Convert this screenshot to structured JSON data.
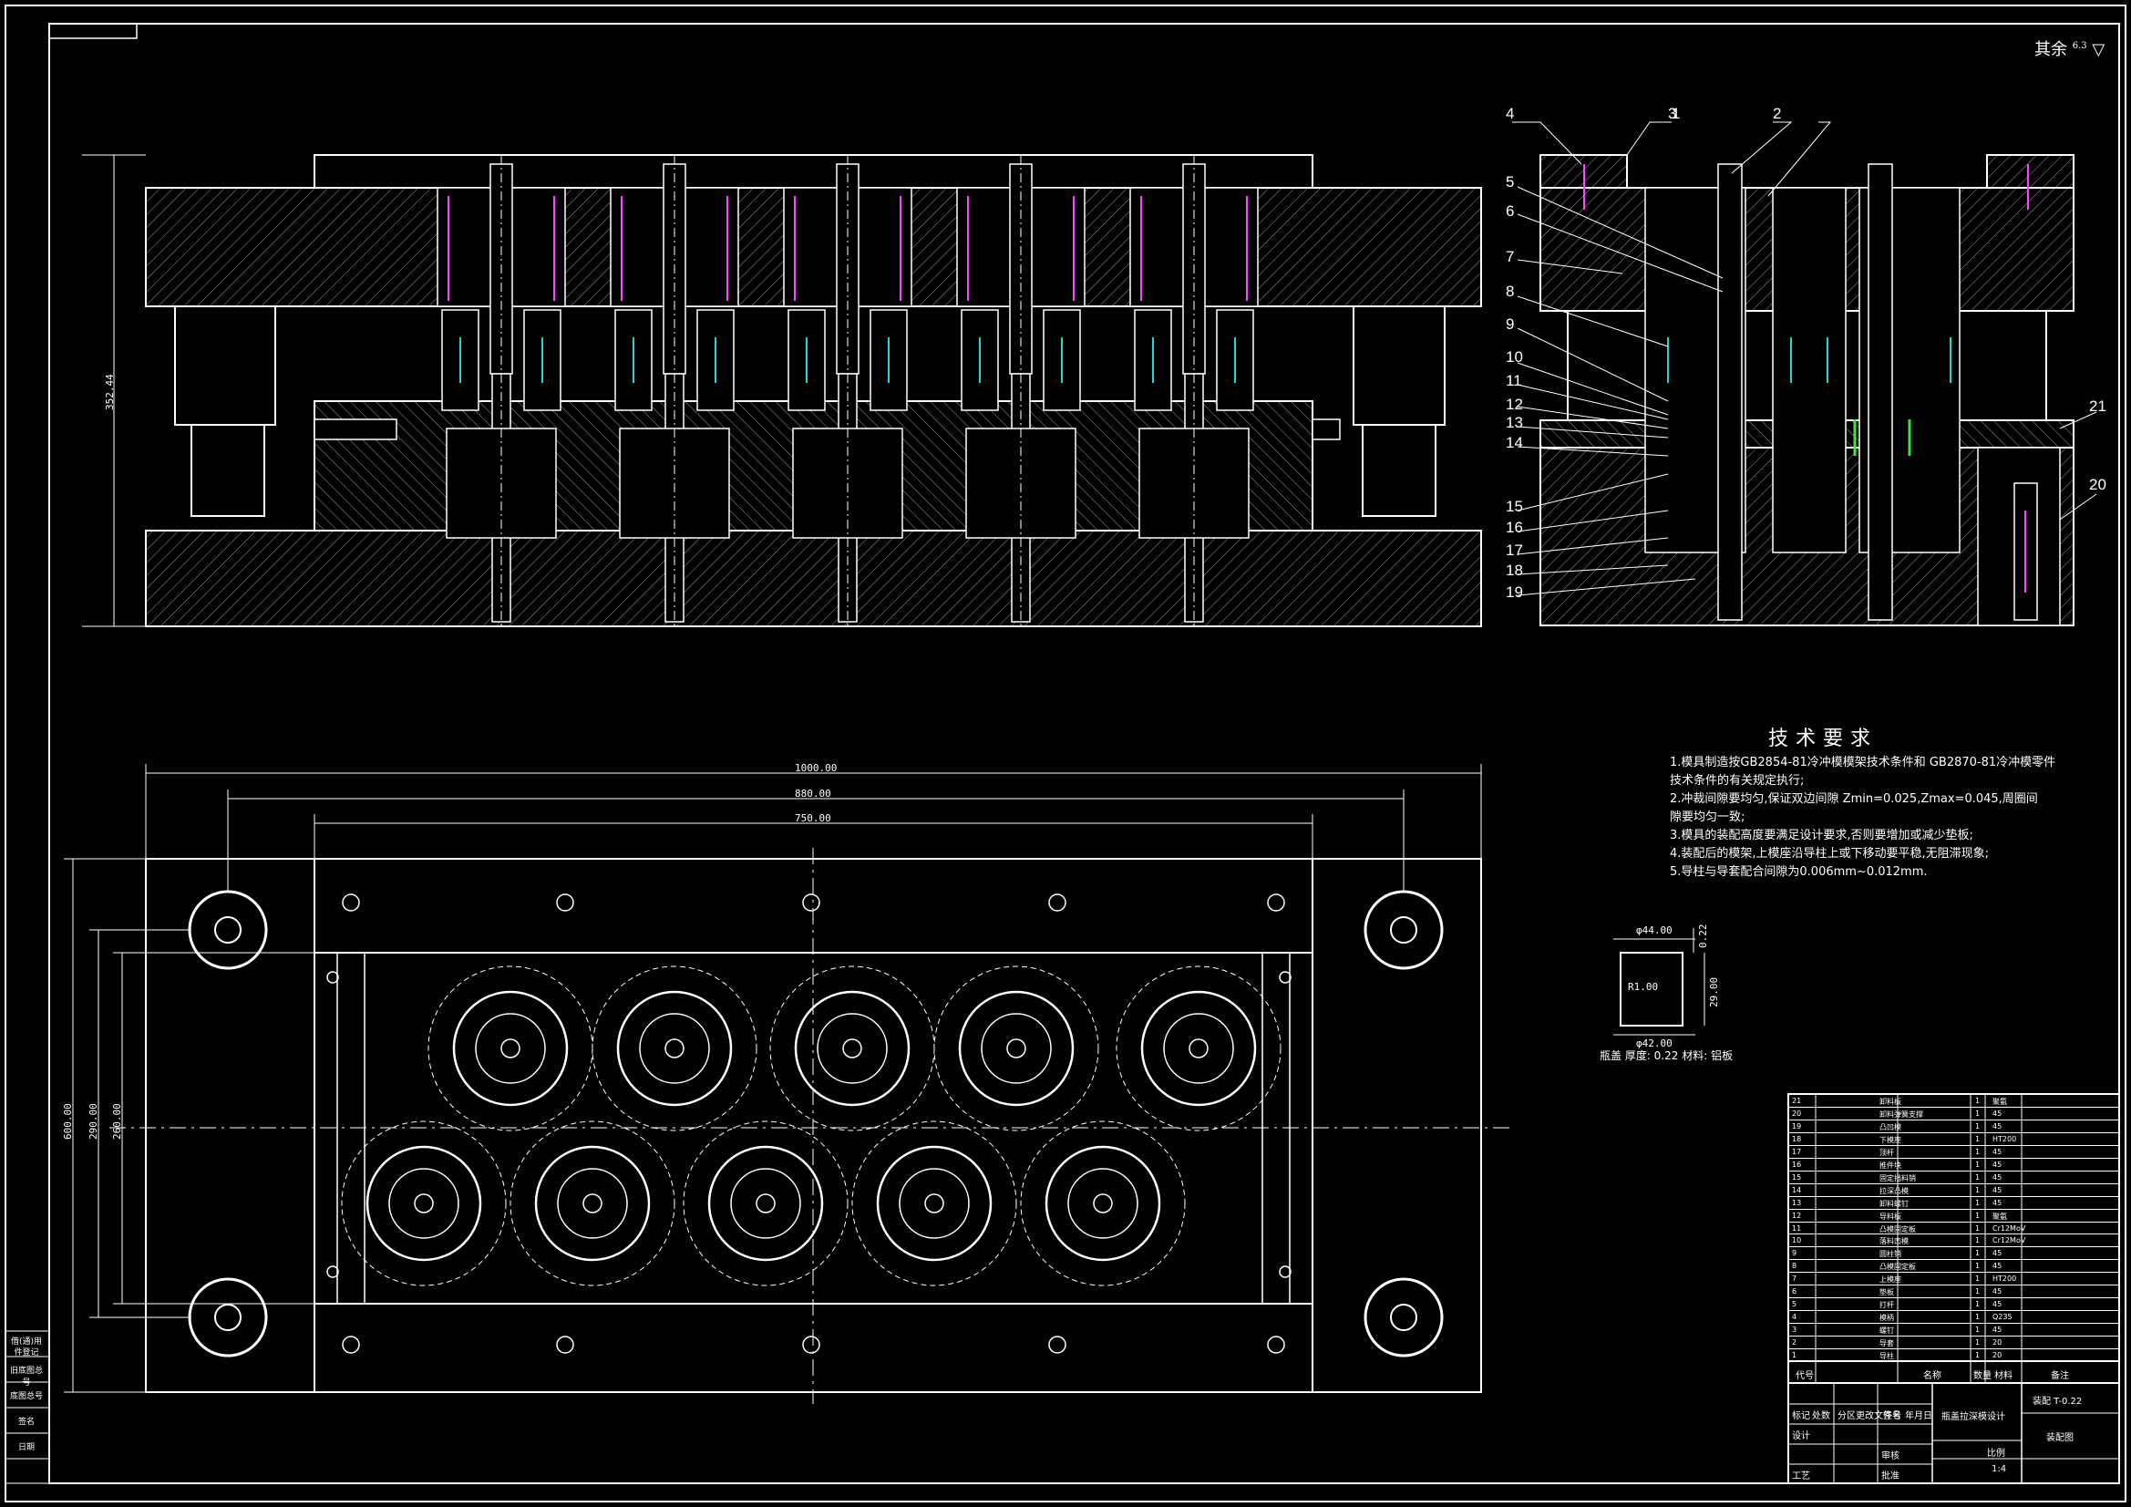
{
  "roughness": "其余",
  "roughness_value": "6.3",
  "tech_requirements": {
    "title": "技术要求",
    "items": [
      "1.模具制造按GB2854-81冷冲模模架技术条件和 GB2870-81冷冲模零件",
      "技术条件的有关规定执行;",
      "2.冲裁间隙要均匀,保证双边间隙 Zmin=0.025,Zmax=0.045,周圈间",
      "隙要均匀一致;",
      "3.模具的装配高度要满足设计要求,否则要增加或减少垫板;",
      "4.装配后的模架,上模座沿导柱上或下移动要平稳,无阻滞现象;",
      "5.导柱与导套配合间隙为0.006mm~0.012mm."
    ]
  },
  "part_info": "瓶盖 厚度: 0.22 材料: 铝板",
  "part_dims": {
    "top": "φ44.00",
    "bottom": "φ42.00",
    "radius": "R1.00",
    "height": "29.00",
    "thickness": "0.22"
  },
  "dims": {
    "height": "352.44",
    "width_total": "1000.00",
    "width_880": "880.00",
    "width_750": "750.00",
    "depth_600": "600.00",
    "depth_290": "290.00",
    "depth_260": "260.00"
  },
  "part_labels": [
    "1",
    "2",
    "3",
    "4",
    "5",
    "6",
    "7",
    "8",
    "9",
    "10",
    "11",
    "12",
    "13",
    "14",
    "15",
    "16",
    "17",
    "18",
    "19",
    "20",
    "21"
  ],
  "title_block": {
    "drawing_title": "瓶盖拉深模设计",
    "scale": "1:4",
    "material_header": "材料",
    "sheet_label": "装配图",
    "ratio_label": "比例",
    "row_labels": [
      "标记",
      "处数",
      "分区",
      "更改文件号",
      "签名",
      "年月日"
    ],
    "roles": [
      "设计",
      "审核",
      "工艺",
      "批准"
    ],
    "code_header": "代号",
    "name_header": "名称",
    "qty_header": "数量",
    "mat_header": "材料",
    "note_header": "备注",
    "drawing_no": "装配 T-0.22"
  },
  "side_labels": [
    "借(通)用",
    "件登记",
    "旧底图总号",
    "底图总号",
    "签名",
    "日期"
  ],
  "bom_rows": [
    {
      "no": "21",
      "name": "卸料板",
      "qty": "1",
      "mat": "聚氨"
    },
    {
      "no": "20",
      "name": "卸料弹簧支撑",
      "qty": "1",
      "mat": "45"
    },
    {
      "no": "19",
      "name": "凸凹模",
      "qty": "1",
      "mat": "45"
    },
    {
      "no": "18",
      "name": "下模座",
      "qty": "1",
      "mat": "HT200"
    },
    {
      "no": "17",
      "name": "顶杆",
      "qty": "1",
      "mat": "45"
    },
    {
      "no": "16",
      "name": "推件块",
      "qty": "1",
      "mat": "45"
    },
    {
      "no": "15",
      "name": "固定挡料销",
      "qty": "1",
      "mat": "45"
    },
    {
      "no": "14",
      "name": "拉深凸模",
      "qty": "1",
      "mat": "45"
    },
    {
      "no": "13",
      "name": "卸料螺钉",
      "qty": "1",
      "mat": "45"
    },
    {
      "no": "12",
      "name": "导料板",
      "qty": "1",
      "mat": "聚氨"
    },
    {
      "no": "11",
      "name": "凸模固定板",
      "qty": "1",
      "mat": "Cr12MoV"
    },
    {
      "no": "10",
      "name": "落料凹模",
      "qty": "1",
      "mat": "Cr12MoV"
    },
    {
      "no": "9",
      "name": "圆柱销",
      "qty": "1",
      "mat": "45"
    },
    {
      "no": "8",
      "name": "凸模固定板",
      "qty": "1",
      "mat": "45"
    },
    {
      "no": "7",
      "name": "上模座",
      "qty": "1",
      "mat": "HT200"
    },
    {
      "no": "6",
      "name": "垫板",
      "qty": "1",
      "mat": "45"
    },
    {
      "no": "5",
      "name": "打杆",
      "qty": "1",
      "mat": "45"
    },
    {
      "no": "4",
      "name": "模柄",
      "qty": "1",
      "mat": "Q235"
    },
    {
      "no": "3",
      "name": "螺钉",
      "qty": "1",
      "mat": "45"
    },
    {
      "no": "2",
      "name": "导套",
      "qty": "1",
      "mat": "20"
    },
    {
      "no": "1",
      "name": "导柱",
      "qty": "1",
      "mat": "20"
    }
  ]
}
